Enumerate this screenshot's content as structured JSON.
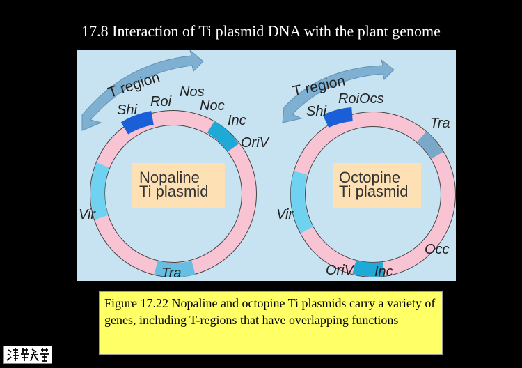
{
  "slide": {
    "title": "17.8 Interaction of Ti plasmid DNA with the plant genome"
  },
  "colors": {
    "diagram_bg": "#c7e2f0",
    "ring_pink": "#f8c4d4",
    "region_dark_blue": "#1a5fd8",
    "region_teal": "#1fa9d6",
    "region_light_blue": "#6fd2f0",
    "region_gray_blue": "#7aa8c8",
    "label_box": "#fde0b4",
    "arrow": "#7fb0d2",
    "caption_bg": "#ffff66"
  },
  "diagram": {
    "nopaline": {
      "name_line1": "Nopaline",
      "name_line2": "Ti plasmid",
      "t_region": "T region",
      "labels": {
        "shi": "Shi",
        "roi": "Roi",
        "nos": "Nos",
        "noc": "Noc",
        "inc": "Inc",
        "oriv": "OriV",
        "vir": "Vir",
        "tra": "Tra"
      }
    },
    "octopine": {
      "name_line1": "Octopine",
      "name_line2": "Ti plasmid",
      "t_region": "T region",
      "labels": {
        "shi": "Shi",
        "roi_ocs": "RoiOcs",
        "tra": "Tra",
        "vir": "Vir",
        "occ": "Occ",
        "oriv": "OriV",
        "inc": "Inc"
      }
    }
  },
  "caption": {
    "text": "Figure 17.22 Nopaline and octopine Ti plasmids carry a variety of genes, including T-regions that have overlapping functions"
  },
  "logo": {
    "icon": "university-logo-icon"
  }
}
